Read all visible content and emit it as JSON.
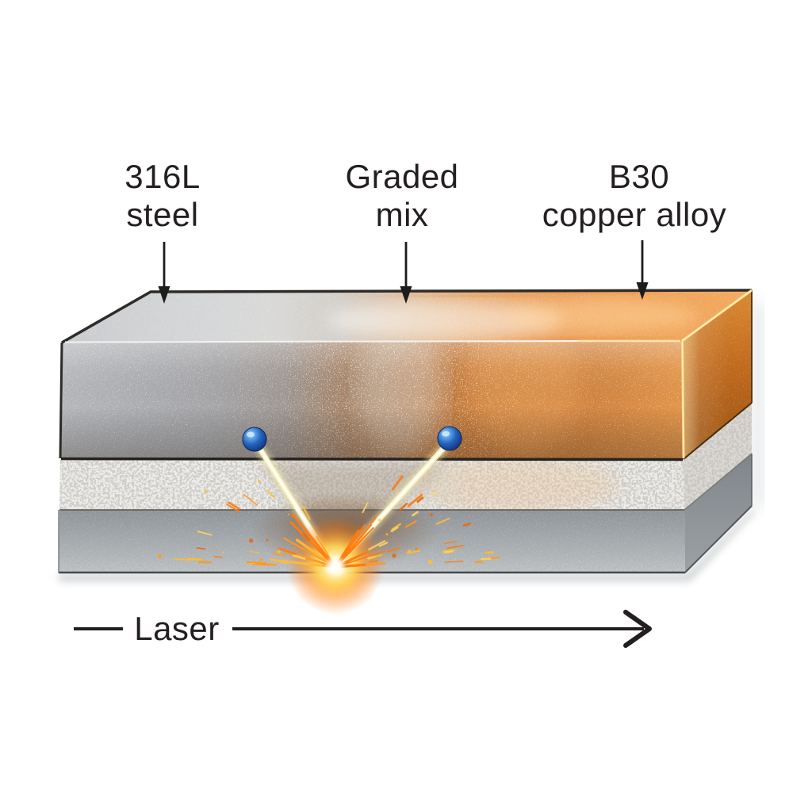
{
  "diagram": {
    "material_labels": [
      {
        "id": "steel-316l",
        "line1": "316L",
        "line2": "steel"
      },
      {
        "id": "graded-mix",
        "line1": "Graded",
        "line2": "mix"
      },
      {
        "id": "copper-b30",
        "line1": "B30",
        "line2": "copper alloy"
      }
    ],
    "laser_annotation": {
      "label": "Laser"
    },
    "colors": {
      "steel_silver": "#a9abaf",
      "graded_transition": "#b97c4a",
      "copper_orange": "#cc7f3e",
      "copper_highlight": "#f2ab60",
      "copper_edge_glint": "#ffe18c",
      "powder_layer": "#edebe7",
      "substrate_gray": "#a4a9ac",
      "laser_beam": "#fdf3c2",
      "spark_orange": "#ff8c1a",
      "spark_yellow": "#ffd35e",
      "nozzle_blue": "#2362bd",
      "text": "#231f20",
      "arrow": "#1c1c1c"
    }
  }
}
